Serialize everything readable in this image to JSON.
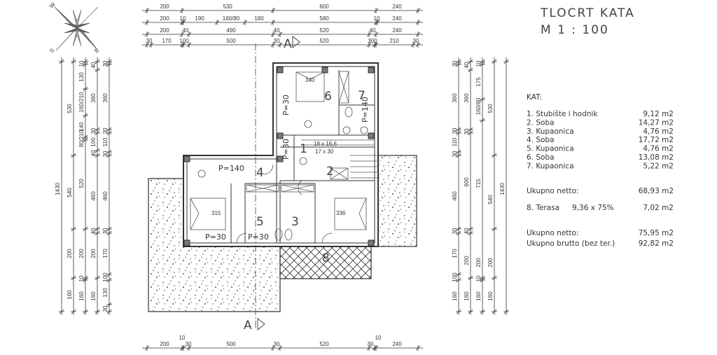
{
  "title": "TLOCRT KATA",
  "scale": "M 1 : 100",
  "compass": {
    "w": "W",
    "s": "S",
    "e": "E"
  },
  "section_marker": "A",
  "legend": {
    "heading": "KAT:",
    "rooms": [
      {
        "name": "1. Stubište i hodnik",
        "area": "9,12 m2"
      },
      {
        "name": "2. Soba",
        "area": "14,27 m2"
      },
      {
        "name": "3. Kupaonica",
        "area": "4,76 m2"
      },
      {
        "name": "4. Soba",
        "area": "17,72 m2"
      },
      {
        "name": "5. Kupaonica",
        "area": "4,76 m2"
      },
      {
        "name": "6. Soba",
        "area": "13,08 m2"
      },
      {
        "name": "7. Kupaonica",
        "area": "5,22 m2"
      }
    ],
    "net_label": "Ukupno netto:",
    "net_value": "68,93 m2",
    "terrace_label": "8. Terasa",
    "terrace_calc": "9,36 x 75%",
    "terrace_value": "7,02 m2",
    "net2_label": "Ukupno netto:",
    "net2_value": "75,95 m2",
    "gross_label": "Ukupno brutto (bez ter.)",
    "gross_value": "92,82 m2"
  },
  "plan": {
    "room_numbers": [
      "1",
      "2",
      "3",
      "4",
      "5",
      "6",
      "7",
      "8"
    ],
    "annotations": {
      "p140_room4": "P=140",
      "p30_room4": "P=30",
      "p30_room5": "P=30",
      "p30_hall_upper": "P=30",
      "p30_hall_lower": "P=30",
      "p140_room7": "P=140",
      "stairs_1": "18 x 16,6",
      "stairs_2": "17 x 30",
      "bed_room4": "315",
      "bed_room2": "336",
      "bed_room6": "340"
    }
  },
  "dimensions": {
    "top": [
      [
        "200",
        "530",
        "600",
        "240"
      ],
      [
        "200",
        "10",
        "190",
        "160/80",
        "180",
        "580",
        "10",
        "240"
      ],
      [
        "200",
        "40",
        "490",
        "40",
        "520",
        "40",
        "240"
      ],
      [
        "30",
        "170",
        "100",
        "500",
        "30",
        "520",
        "300",
        "210",
        "30"
      ]
    ],
    "bottom": [
      "200",
      "10",
      "30",
      "500",
      "30",
      "520",
      "30",
      "10",
      "240"
    ],
    "left": [
      [
        "1430"
      ],
      [
        "530",
        "540",
        "200",
        "160"
      ],
      [
        "10",
        "130",
        "160/210",
        "140",
        "80/210",
        "520",
        "200",
        "10",
        "160"
      ],
      [
        "40",
        "360",
        "30",
        "100",
        "40",
        "460",
        "40",
        "200",
        "160"
      ],
      [
        "30",
        "360",
        "30",
        "110",
        "30",
        "460",
        "30",
        "170",
        "100",
        "130",
        "30"
      ]
    ],
    "right": [
      [
        "30",
        "360",
        "30",
        "110",
        "30",
        "460",
        "30",
        "170",
        "100",
        "160"
      ],
      [
        "40",
        "360",
        "30",
        "600",
        "40",
        "200",
        "160"
      ],
      [
        "10",
        "175",
        "160/80",
        "715",
        "200",
        "10",
        "160"
      ],
      [
        "530",
        "540",
        "200",
        "160"
      ],
      [
        "1430"
      ]
    ]
  }
}
